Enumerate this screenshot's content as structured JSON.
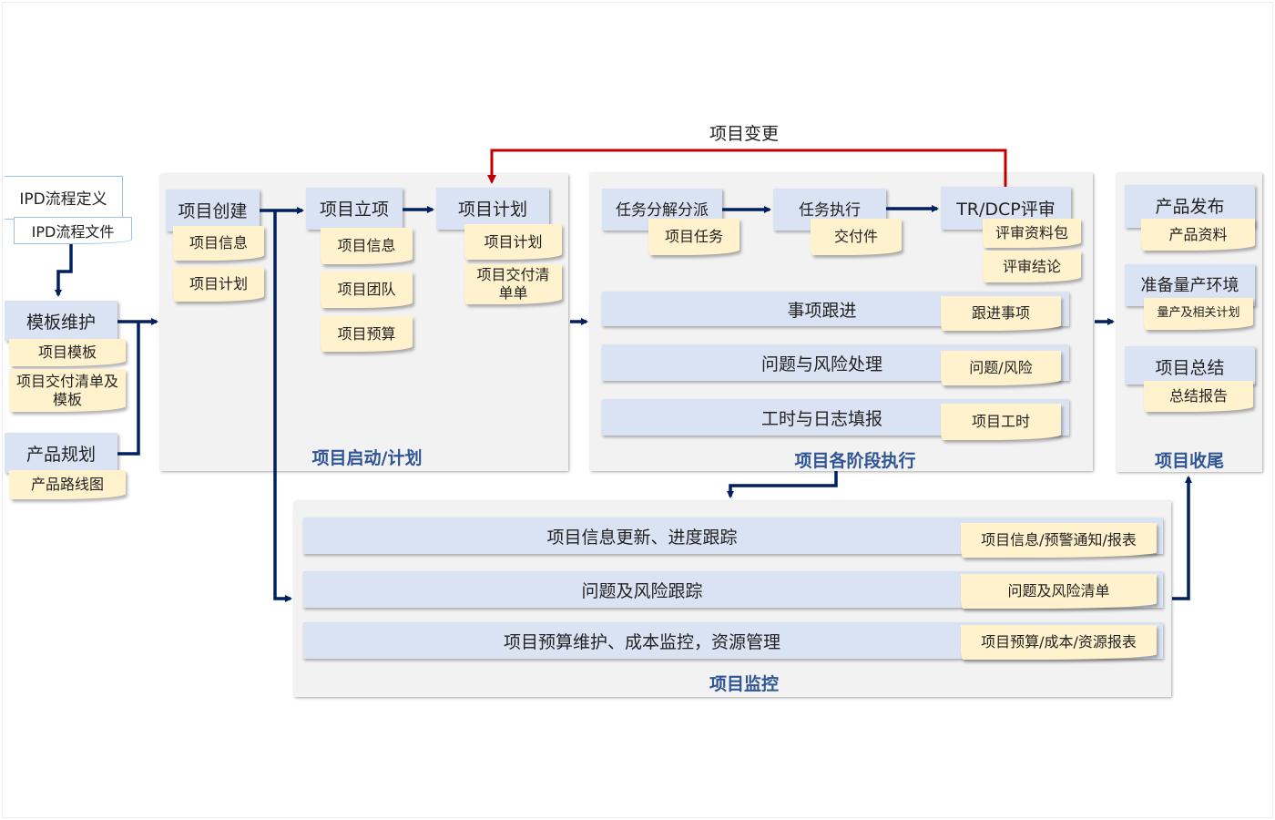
{
  "change_label": "项目变更",
  "left": {
    "ipd_def": "IPD流程定义",
    "ipd_doc": "IPD流程文件",
    "template": "模板维护",
    "template_notes": [
      "项目模板",
      "项目交付清单及模板"
    ],
    "product_plan": "产品规划",
    "product_notes": [
      "产品路线图"
    ]
  },
  "start": {
    "title": "项目启动/计划",
    "create": "项目创建",
    "create_notes": [
      "项目信息",
      "项目计划"
    ],
    "approve": "项目立项",
    "approve_notes": [
      "项目信息",
      "项目团队",
      "项目预算"
    ],
    "plan": "项目计划",
    "plan_notes": [
      "项目计划",
      "项目交付清单单"
    ]
  },
  "exec": {
    "title": "项目各阶段执行",
    "task_assign": "任务分解分派",
    "task_assign_note": "项目任务",
    "task_exec": "任务执行",
    "task_exec_note": "交付件",
    "review": "TR/DCP评审",
    "review_notes": [
      "评审资料包",
      "评审结论"
    ],
    "rows": [
      {
        "label": "事项跟进",
        "note": "跟进事项"
      },
      {
        "label": "问题与风险处理",
        "note": "问题/风险"
      },
      {
        "label": "工时与日志填报",
        "note": "项目工时"
      }
    ]
  },
  "close": {
    "title": "项目收尾",
    "release": "产品发布",
    "release_note": "产品资料",
    "mass": "准备量产环境",
    "mass_note": "量产及相关计划",
    "summary": "项目总结",
    "summary_note": "总结报告"
  },
  "monitor": {
    "title": "项目监控",
    "rows": [
      {
        "label": "项目信息更新、进度跟踪",
        "note": "项目信息/预警通知/报表"
      },
      {
        "label": "问题及风险跟踪",
        "note": "问题及风险清单"
      },
      {
        "label": "项目预算维护、成本监控，资源管理",
        "note": "项目预算/成本/资源报表"
      }
    ]
  },
  "colors": {
    "arrow": "#002060",
    "change": "#c00000",
    "title": "#2f5597"
  }
}
